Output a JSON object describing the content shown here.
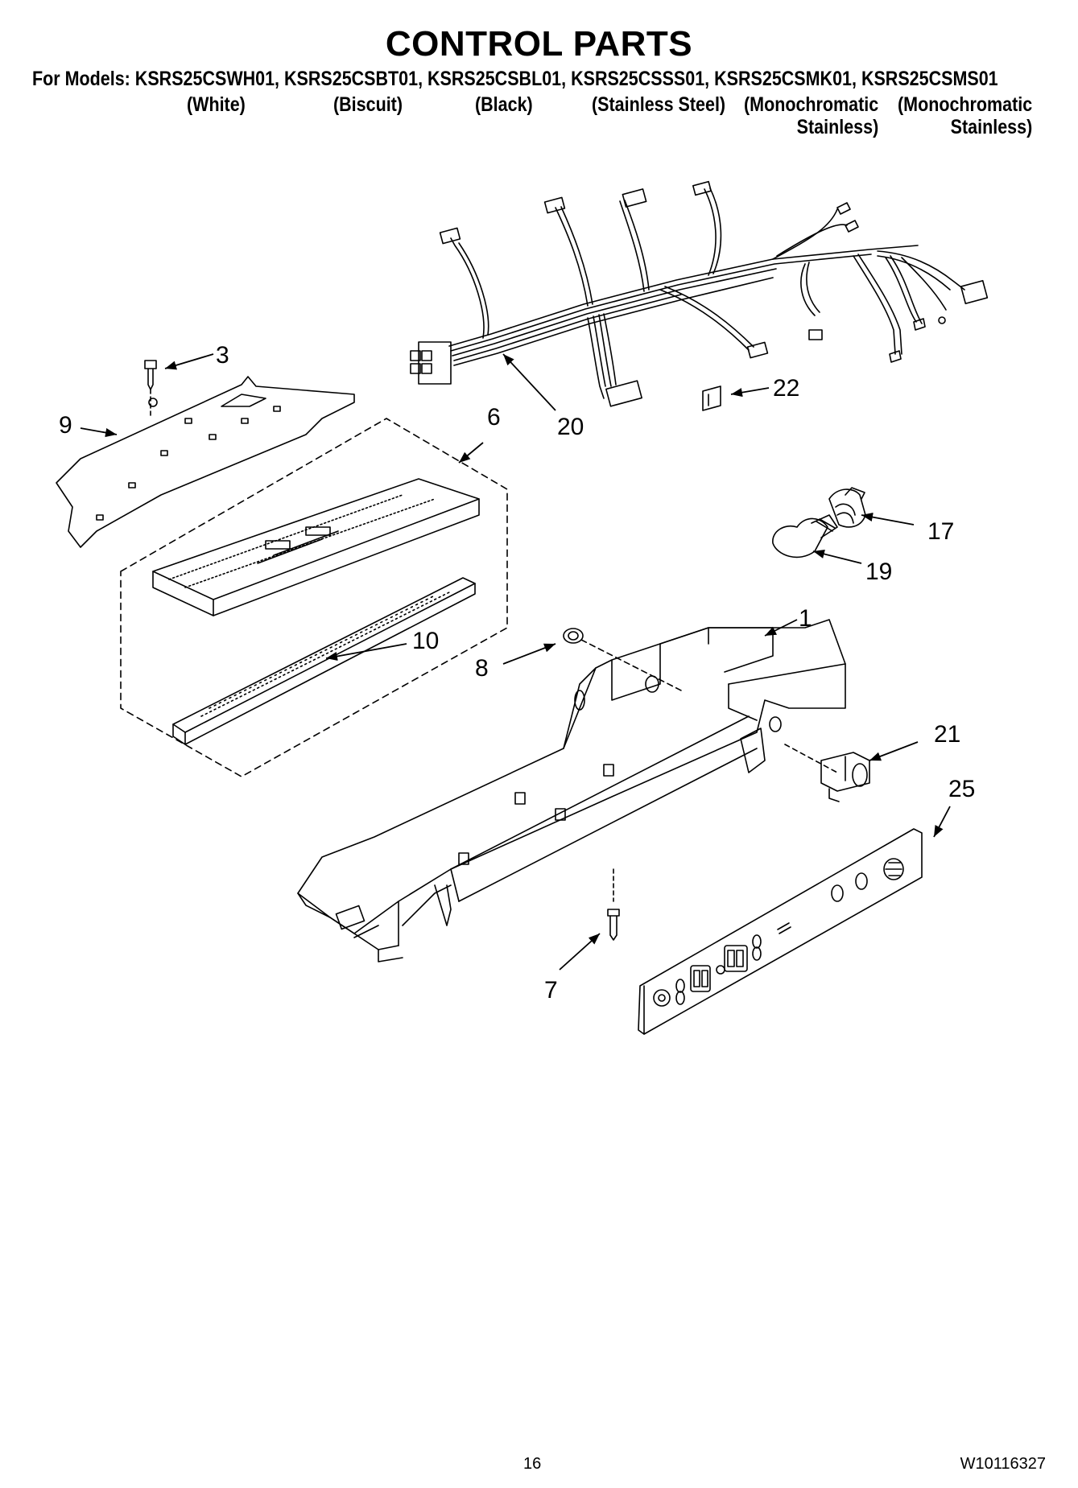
{
  "title": "CONTROL PARTS",
  "models_line": "For Models: KSRS25CSWH01, KSRS25CSBT01, KSRS25CSBL01, KSRS25CSSS01, KSRS25CSMK01, KSRS25CSMS01",
  "variants": [
    {
      "line1": "(White)",
      "line2": ""
    },
    {
      "line1": "(Biscuit)",
      "line2": ""
    },
    {
      "line1": "(Black)",
      "line2": ""
    },
    {
      "line1": "(Stainless Steel)",
      "line2": ""
    },
    {
      "line1": "(Monochromatic",
      "line2": "Stainless)"
    },
    {
      "line1": "(Monochromatic",
      "line2": "Stainless)"
    }
  ],
  "callouts": {
    "c1": "1",
    "c3": "3",
    "c6": "6",
    "c7": "7",
    "c8": "8",
    "c9": "9",
    "c10": "10",
    "c17": "17",
    "c19": "19",
    "c20": "20",
    "c21": "21",
    "c22": "22",
    "c25": "25"
  },
  "footer": {
    "page_number": "16",
    "document_number": "W10116327"
  }
}
